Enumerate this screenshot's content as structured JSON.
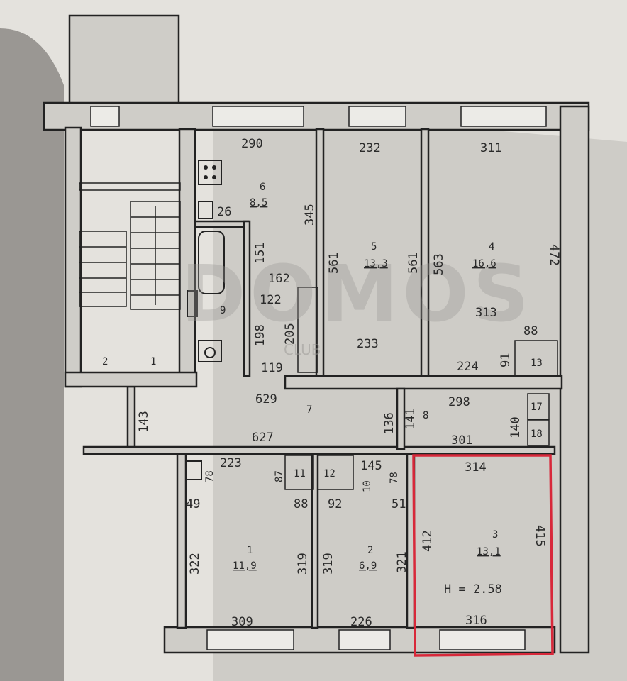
{
  "rooms": [
    {
      "id": "kitchen",
      "number": "6",
      "area": "8,5"
    },
    {
      "id": "room5",
      "number": "5",
      "area": "13,3"
    },
    {
      "id": "room4",
      "number": "4",
      "area": "16,6"
    },
    {
      "id": "bath",
      "number": "9",
      "area": ""
    },
    {
      "id": "hall",
      "number": "7",
      "area": ""
    },
    {
      "id": "closet13",
      "number": "13",
      "area": ""
    },
    {
      "id": "corr8",
      "number": "8",
      "area": ""
    },
    {
      "id": "st17",
      "number": "17",
      "area": ""
    },
    {
      "id": "st18",
      "number": "18",
      "area": ""
    },
    {
      "id": "st11",
      "number": "11",
      "area": ""
    },
    {
      "id": "st12",
      "number": "12",
      "area": ""
    },
    {
      "id": "room1",
      "number": "1",
      "area": "11,9"
    },
    {
      "id": "room2",
      "number": "2",
      "area": "6,9"
    },
    {
      "id": "room3",
      "number": "3",
      "area": "13,1"
    },
    {
      "id": "stair2",
      "number": "2",
      "area": ""
    },
    {
      "id": "stair1",
      "number": "1",
      "area": ""
    }
  ],
  "dimensions": {
    "d290": "290",
    "d232": "232",
    "d311": "311",
    "d345": "345",
    "d26": "26",
    "d151": "151",
    "d162": "162",
    "d122": "122",
    "d198": "198",
    "d205": "205",
    "d119": "119",
    "d561a": "561",
    "d561b": "561",
    "d563": "563",
    "d472": "472",
    "d233": "233",
    "d313": "313",
    "d88a": "88",
    "d91": "91",
    "d224": "224",
    "d629": "629",
    "d143": "143",
    "d627": "627",
    "d136": "136",
    "d141": "141",
    "d298": "298",
    "d140": "140",
    "d301": "301",
    "d314": "314",
    "d223": "223",
    "d78a": "78",
    "d87": "87",
    "d145": "145",
    "d10": "10",
    "d78b": "78",
    "d49": "49",
    "d88b": "88",
    "d92": "92",
    "d51": "51",
    "d412": "412",
    "d415": "415",
    "d322": "322",
    "d319a": "319",
    "d319b": "319",
    "d321": "321",
    "d309": "309",
    "d226": "226",
    "d316": "316"
  },
  "ceiling_height": "H = 2.58",
  "watermark": {
    "main": "DOMOS",
    "sub": "CLUB"
  },
  "highlight_color": "#d8283a"
}
